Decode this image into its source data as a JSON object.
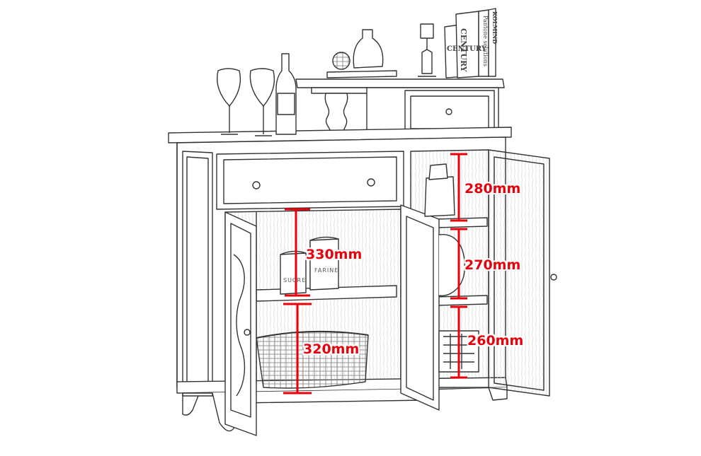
{
  "product": {
    "name": "sideboard-cabinet-sketch",
    "dimensions": [
      {
        "id": "left-upper",
        "label": "330mm"
      },
      {
        "id": "left-lower",
        "label": "320mm"
      },
      {
        "id": "right-top",
        "label": "280mm"
      },
      {
        "id": "right-middle",
        "label": "270mm"
      },
      {
        "id": "right-bottom",
        "label": "260mm"
      }
    ],
    "accent_color": "#e8000b",
    "props": {
      "book_1": "CENTURY",
      "book_2": "CENTURY",
      "book_3": "Pantone solutions",
      "book_4": "KOLMIND",
      "jar_1": "SUCRE",
      "jar_2": "FARINE"
    }
  }
}
